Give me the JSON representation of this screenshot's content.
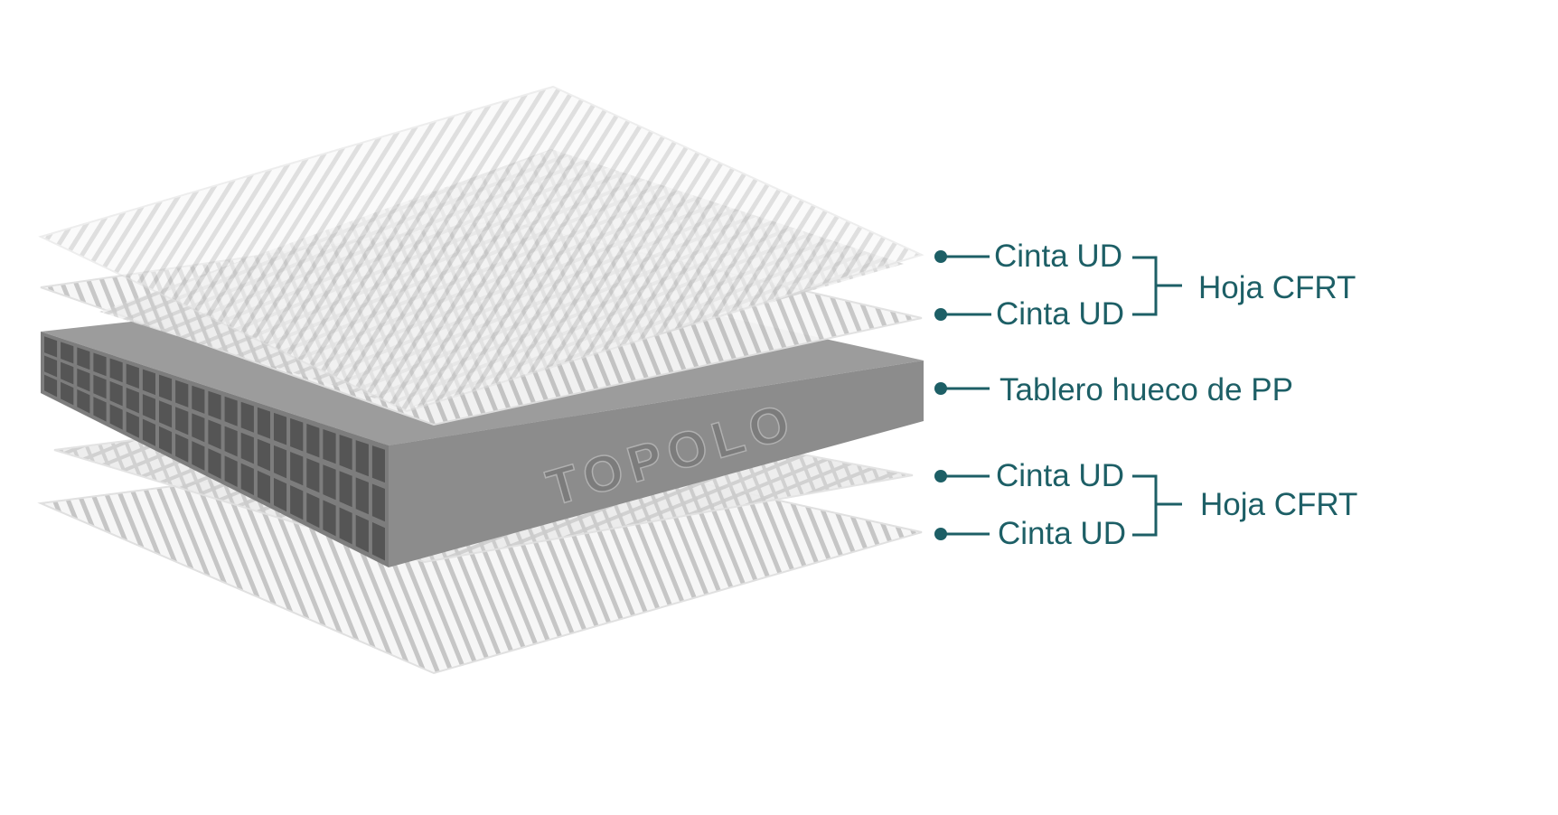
{
  "colors": {
    "accent": "#1d5f66",
    "sheet_fill": "#f4f4f4",
    "sheet_stripe": "#c8c8c8",
    "board_top": "#9a9a9a",
    "board_front": "#8a8a8a",
    "board_side": "#7a7a7a",
    "board_cell": "#555555"
  },
  "logo": {
    "text": "TOPOLO"
  },
  "labels": {
    "layer1": "Cinta UD",
    "layer2": "Cinta UD",
    "core": "Tablero hueco de PP",
    "layer3": "Cinta UD",
    "layer4": "Cinta UD",
    "group_top": "Hoja CFRT",
    "group_bottom": "Hoja CFRT"
  }
}
